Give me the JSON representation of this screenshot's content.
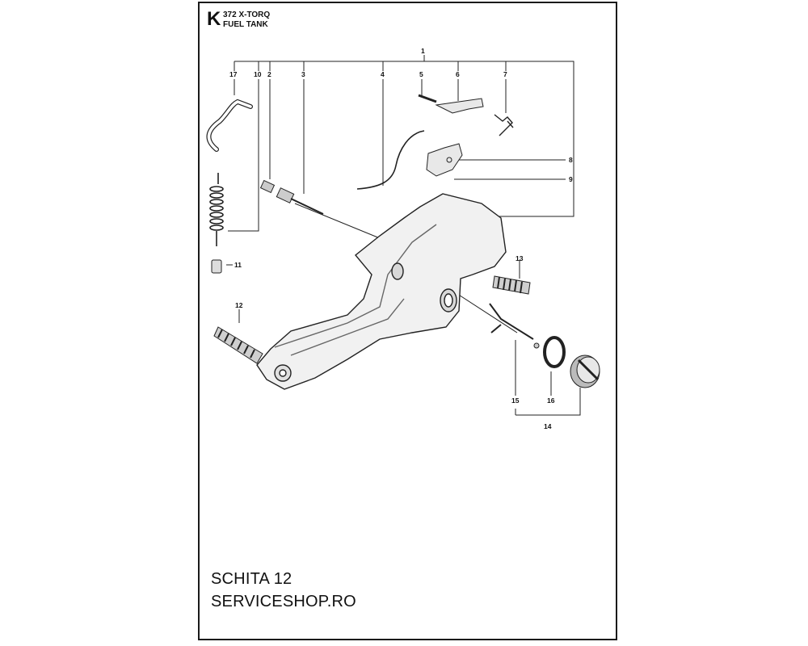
{
  "header": {
    "section_letter": "K",
    "model": "372 X-TORQ",
    "title": "FUEL TANK"
  },
  "callouts": [
    "1",
    "2",
    "3",
    "4",
    "5",
    "6",
    "7",
    "8",
    "9",
    "10",
    "11",
    "12",
    "13",
    "14",
    "15",
    "16",
    "17"
  ],
  "footer": {
    "line1": "SCHITA 12",
    "line2": "SERVICESHOP.RO"
  }
}
